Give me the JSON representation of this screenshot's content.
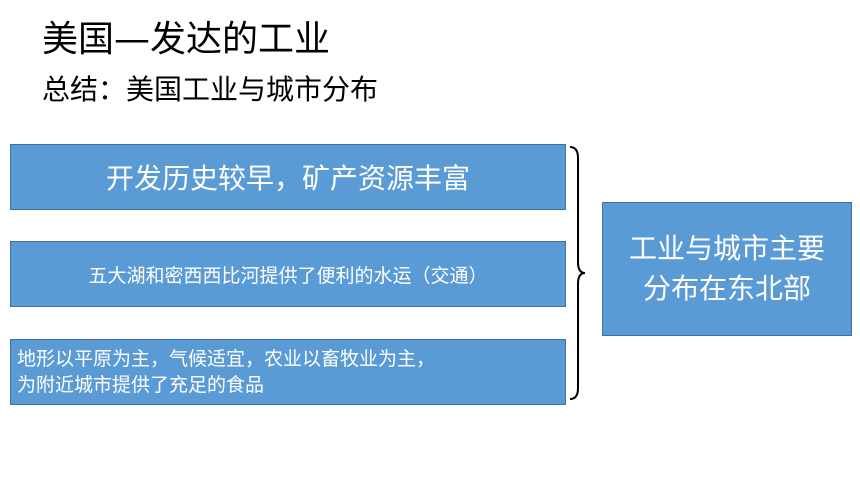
{
  "slide": {
    "title": "美国—发达的工业",
    "subtitle": "总结：美国工业与城市分布",
    "causes": [
      "开发历史较早，矿产资源丰富",
      "五大湖和密西西比河提供了便利的水运（交通）",
      "地形以平原为主，气候适宜，农业以畜牧业为主，\n为附近城市提供了充足的食品"
    ],
    "conclusion": "工业与城市主要\n分布在东北部"
  },
  "colors": {
    "box_fill": "#5b9bd5",
    "box_border": "#41719c",
    "box_text": "#ffffff",
    "brace": "#000000"
  }
}
